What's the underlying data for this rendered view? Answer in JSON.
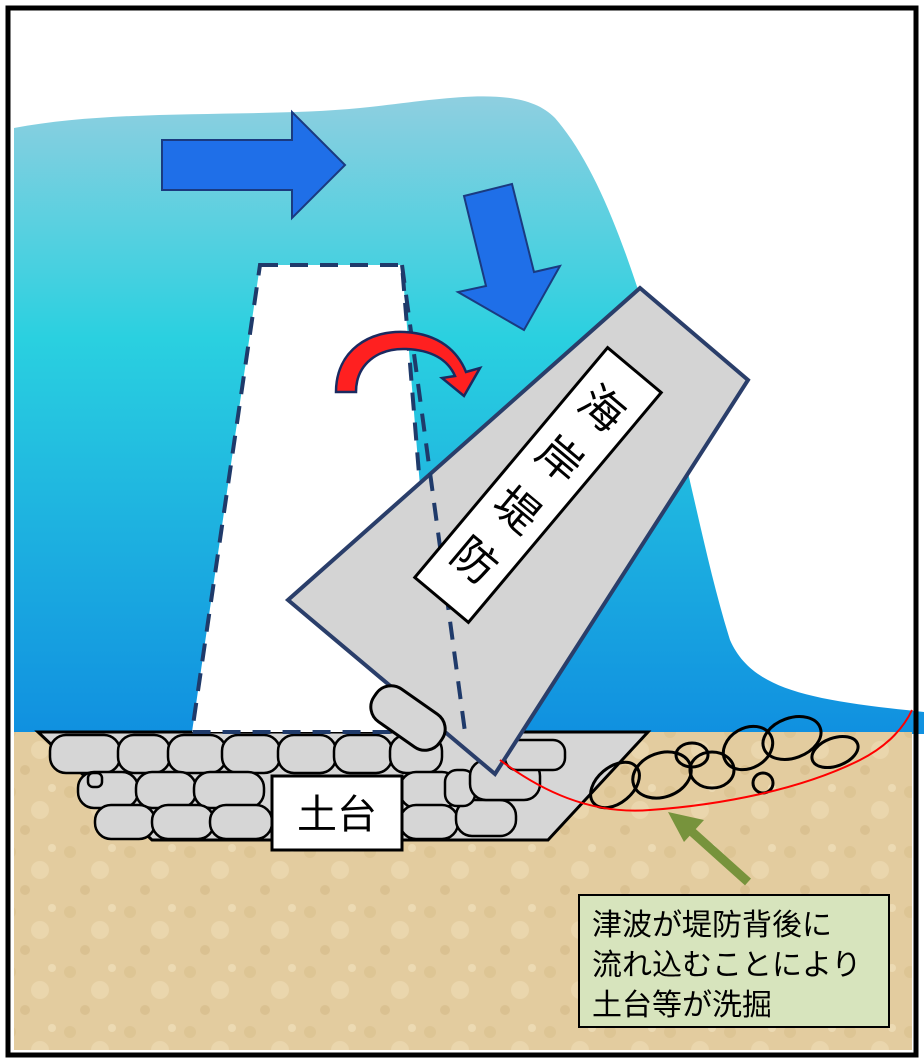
{
  "labels": {
    "seawall": "海岸堤防",
    "foundation": "土台"
  },
  "callout": {
    "lines": [
      "津波が堤防背後に",
      "流れ込むことにより",
      "土台等が洗掘"
    ]
  },
  "colors": {
    "wave_top": "#8fcfe0",
    "wave_mid": "#2ad0e0",
    "wave_bottom": "#1090e0",
    "arrow": "#1f6fe8",
    "rotation_arrow": "#ff1a1a",
    "seawall": "#d4d4d4",
    "ground": "#e3cc9f",
    "stone": "#d6d6d6",
    "scour_line": "#ff0000",
    "pointer_arrow": "#77933c",
    "callout_bg": "#d7e4bd"
  }
}
